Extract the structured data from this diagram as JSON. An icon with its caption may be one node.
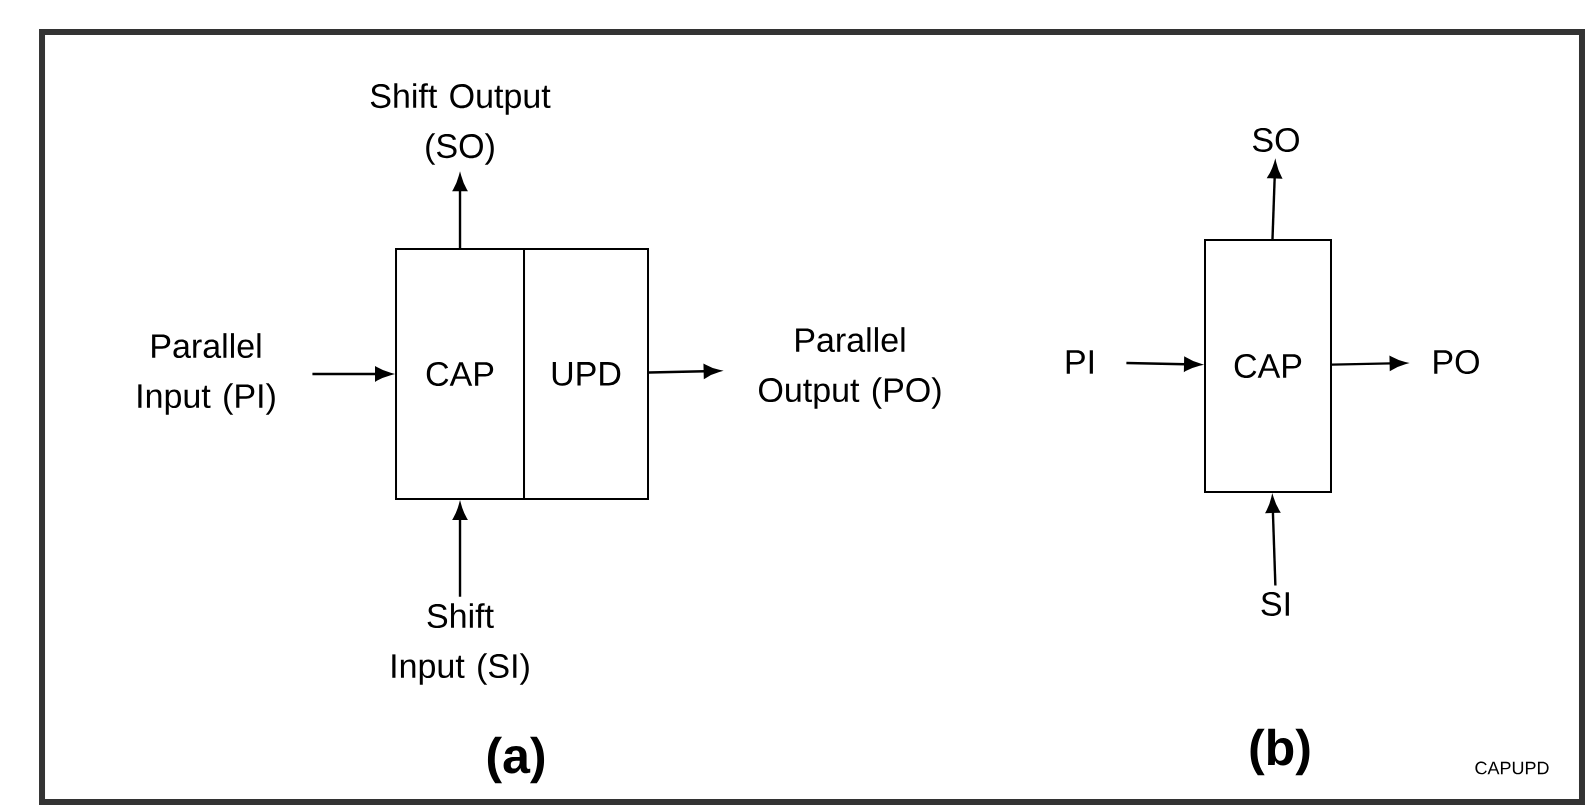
{
  "diagram": {
    "nodes": [
      {
        "text": [
          "Shift Output (SO)"
        ]
      },
      {
        "text": [
          "Parallel Input (PI)"
        ]
      },
      {
        "text": [
          "CAP"
        ]
      },
      {
        "text": [
          "UPD"
        ]
      },
      {
        "text": [
          "Parallel Output (PO)"
        ]
      },
      {
        "text": [
          "Shift Input (SI)"
        ]
      },
      {
        "text": [
          "SO"
        ]
      },
      {
        "text": [
          "PI"
        ]
      },
      {
        "text": [
          "CAP"
        ]
      },
      {
        "text": [
          "PO"
        ]
      },
      {
        "text": [
          "SI"
        ]
      }
    ],
    "edges": [
      {
        "from": 2,
        "to": 0,
        "arrow": "to"
      },
      {
        "from": 1,
        "to": 2,
        "arrow": "to"
      },
      {
        "from": 3,
        "to": 4,
        "arrow": "to"
      },
      {
        "from": 5,
        "to": 2,
        "arrow": "to"
      },
      {
        "from": 8,
        "to": 6,
        "arrow": "to"
      },
      {
        "from": 7,
        "to": 8,
        "arrow": "to"
      },
      {
        "from": 8,
        "to": 9,
        "arrow": "to"
      },
      {
        "from": 10,
        "to": 8,
        "arrow": "to"
      }
    ],
    "labels": [
      "(a)",
      "(b)",
      "CAPUPD"
    ]
  }
}
